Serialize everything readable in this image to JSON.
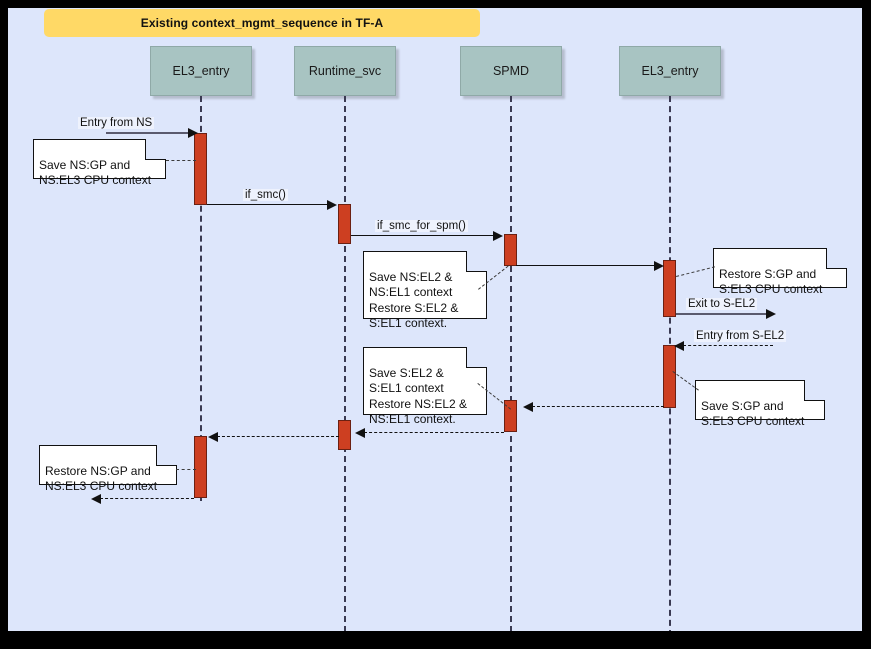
{
  "diagram": {
    "type": "uml-sequence-diagram",
    "title": "Existing context_mgmt_sequence in TF-A",
    "background_color": "#dde6fb",
    "title_bar_color": "#ffd966",
    "lifeline_head_color": "#a8c4c2",
    "activation_color": "#cd3f21",
    "note_color": "#ffffff",
    "frame_color": "#000000"
  },
  "lifelines": [
    {
      "id": "ll1",
      "label": "EL3_entry"
    },
    {
      "id": "ll2",
      "label": "Runtime_svc"
    },
    {
      "id": "ll3",
      "label": "SPMD"
    },
    {
      "id": "ll4",
      "label": "EL3_entry"
    }
  ],
  "messages": [
    {
      "id": "m1",
      "label": "Entry from NS",
      "from": "external",
      "to": "ll1",
      "style": "solid",
      "direction": "right"
    },
    {
      "id": "m2",
      "label": "if_smc()",
      "from": "ll1",
      "to": "ll2",
      "style": "solid",
      "direction": "right"
    },
    {
      "id": "m3",
      "label": "if_smc_for_spm()",
      "from": "ll2",
      "to": "ll3",
      "style": "solid",
      "direction": "right"
    },
    {
      "id": "m4",
      "label": "",
      "from": "ll3",
      "to": "ll4",
      "style": "solid",
      "direction": "right"
    },
    {
      "id": "m5",
      "label": "Exit to S-EL2",
      "from": "ll4",
      "to": "external",
      "style": "solid",
      "direction": "right"
    },
    {
      "id": "m6",
      "label": "Entry from S-EL2",
      "from": "external",
      "to": "ll4",
      "style": "dashed",
      "direction": "left"
    },
    {
      "id": "m7",
      "label": "",
      "from": "ll4",
      "to": "ll3",
      "style": "dashed",
      "direction": "left"
    },
    {
      "id": "m8",
      "label": "",
      "from": "ll3",
      "to": "ll2",
      "style": "dashed",
      "direction": "left"
    },
    {
      "id": "m9",
      "label": "",
      "from": "ll2",
      "to": "ll1",
      "style": "dashed",
      "direction": "left"
    },
    {
      "id": "m10",
      "label": "",
      "from": "ll1",
      "to": "external",
      "style": "dashed",
      "direction": "left"
    }
  ],
  "notes": [
    {
      "id": "n1",
      "text": "Save NS:GP and\nNS:EL3 CPU context",
      "attached_to": "ll1"
    },
    {
      "id": "n2",
      "text": "Save NS:EL2 &\nNS:EL1 context\nRestore S:EL2 &\nS:EL1 context.",
      "attached_to": "ll3"
    },
    {
      "id": "n3",
      "text": "Restore S:GP and\nS:EL3 CPU context",
      "attached_to": "ll4"
    },
    {
      "id": "n4",
      "text": "Save S:EL2 &\nS:EL1 context\nRestore NS:EL2 &\nNS:EL1 context.",
      "attached_to": "ll3"
    },
    {
      "id": "n5",
      "text": "Save S:GP and\nS:EL3 CPU context",
      "attached_to": "ll4"
    },
    {
      "id": "n6",
      "text": "Restore NS:GP and\nNS:EL3 CPU context",
      "attached_to": "ll1"
    }
  ]
}
